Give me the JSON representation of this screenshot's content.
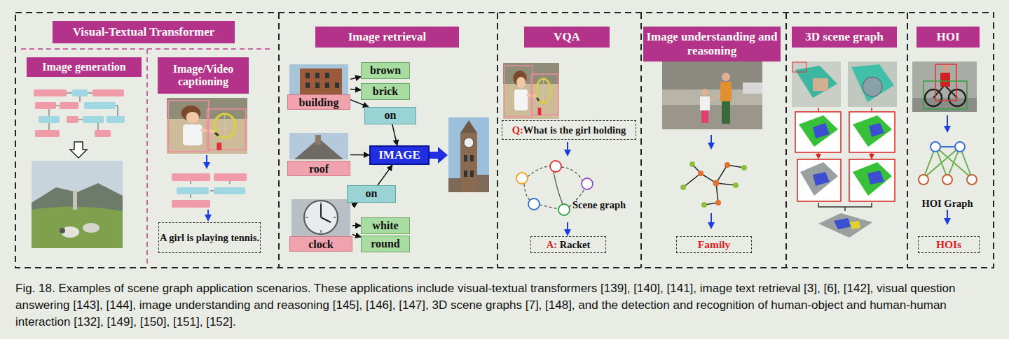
{
  "diagram": {
    "caption": "Fig. 18. Examples of scene graph application scenarios. These applications include visual-textual transformers [139], [140], [141], image text retrieval [3], [6], [142], visual question answering [143], [144], image understanding and reasoning [145], [146], [147], 3D scene graphs [7], [148], and the detection and recognition of human-object and human-human interaction [132], [149], [150], [151], [152].",
    "nodes": [
      {
        "text": [
          "Visual-Textual Transformer"
        ]
      },
      {
        "text": [
          "Image generation"
        ]
      },
      {
        "text": [
          "Image/Video captioning"
        ]
      },
      {
        "text": [
          "A girl is playing tennis."
        ]
      },
      {
        "text": [
          "Image retrieval"
        ]
      },
      {
        "text": [
          "building"
        ]
      },
      {
        "text": [
          "brown"
        ]
      },
      {
        "text": [
          "brick"
        ]
      },
      {
        "text": [
          "on"
        ]
      },
      {
        "text": [
          "roof"
        ]
      },
      {
        "text": [
          "IMAGE"
        ]
      },
      {
        "text": [
          "on"
        ]
      },
      {
        "text": [
          "clock"
        ]
      },
      {
        "text": [
          "white"
        ]
      },
      {
        "text": [
          "round"
        ]
      },
      {
        "text": [
          "VQA"
        ]
      },
      {
        "text": [
          "Q:What is the girl holding"
        ]
      },
      {
        "text": [
          "A: Racket"
        ]
      },
      {
        "text": [
          "Image understanding and reasoning"
        ]
      },
      {
        "text": [
          "Family"
        ]
      },
      {
        "text": [
          "3D scene graph"
        ]
      },
      {
        "text": [
          "HOI"
        ]
      },
      {
        "text": [
          "HOIs"
        ]
      }
    ],
    "edges": [
      {
        "from": 5,
        "to": 6,
        "arrow": "to"
      },
      {
        "from": 5,
        "to": 7,
        "arrow": "to"
      },
      {
        "from": 5,
        "to": 8,
        "arrow": "to"
      },
      {
        "from": 8,
        "to": 10,
        "arrow": "to"
      },
      {
        "from": 9,
        "to": 10,
        "arrow": "to"
      },
      {
        "from": 12,
        "to": 11,
        "arrow": "to"
      },
      {
        "from": 11,
        "to": 10,
        "arrow": "to"
      },
      {
        "from": 12,
        "to": 13,
        "arrow": "to"
      },
      {
        "from": 12,
        "to": 14,
        "arrow": "to"
      }
    ],
    "labels": [
      "Scene graph",
      "HOI Graph"
    ]
  }
}
